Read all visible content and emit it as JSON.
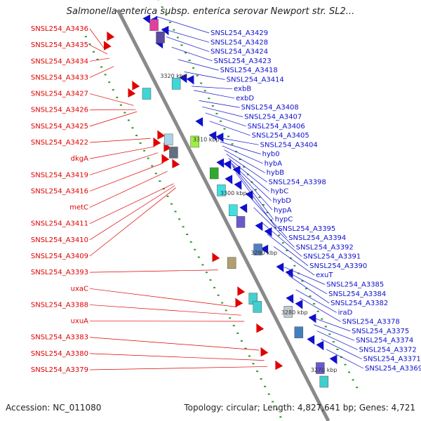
{
  "title": "Salmonella enterica subsp. enterica serovar Newport str. SL2...",
  "accession": "Accession: NC_011080",
  "topology": "Topology: circular; Length: 4,827,641 bp; Genes: 4,721",
  "colors": {
    "left_strand": "#e00000",
    "right_strand": "#1010cc",
    "backbone": "#8a8a8a",
    "dots": "#2a9a2a"
  },
  "scale_labels": [
    {
      "label": "3320 kbp",
      "t": 0.17
    },
    {
      "label": "3310 kbp",
      "t": 0.325
    },
    {
      "label": "3300 kbp",
      "t": 0.455
    },
    {
      "label": "3290 kbp",
      "t": 0.6
    },
    {
      "label": "3280 kbp",
      "t": 0.745
    },
    {
      "label": "3270 kbp",
      "t": 0.885
    }
  ],
  "left_labels": [
    {
      "label": "SNSL254_A3436",
      "t": 0.065
    },
    {
      "label": "SNSL254_A3435",
      "t": 0.075
    },
    {
      "label": "SNSL254_A3434",
      "t": 0.085
    },
    {
      "label": "SNSL254_A3433",
      "t": 0.105
    },
    {
      "label": "SNSL254_A3427",
      "t": 0.2
    },
    {
      "label": "SNSL254_A3426",
      "t": 0.21
    },
    {
      "label": "SNSL254_A3425",
      "t": 0.215
    },
    {
      "label": "SNSL254_A3422",
      "t": 0.28
    },
    {
      "label": "dkgA",
      "t": 0.3
    },
    {
      "label": "SNSL254_A3419",
      "t": 0.315
    },
    {
      "label": "SNSL254_A3416",
      "t": 0.34
    },
    {
      "label": "metC",
      "t": 0.36
    },
    {
      "label": "SNSL254_A3411",
      "t": 0.39
    },
    {
      "label": "SNSL254_A3410",
      "t": 0.395
    },
    {
      "label": "SNSL254_A3409",
      "t": 0.4
    },
    {
      "label": "SNSL254_A3393",
      "t": 0.6
    },
    {
      "label": "uxaC",
      "t": 0.69
    },
    {
      "label": "SNSL254_A3388",
      "t": 0.71
    },
    {
      "label": "uxuA",
      "t": 0.725
    },
    {
      "label": "SNSL254_A3383",
      "t": 0.795
    },
    {
      "label": "SNSL254_A3380",
      "t": 0.82
    },
    {
      "label": "SNSL254_A3379",
      "t": 0.835
    }
  ],
  "right_labels": [
    {
      "label": "SNSL254_A3429",
      "t": 0.05
    },
    {
      "label": "SNSL254_A3428",
      "t": 0.08
    },
    {
      "label": "SNSL254_A3424",
      "t": 0.1
    },
    {
      "label": "SNSL254_A3423",
      "t": 0.125
    },
    {
      "label": "SNSL254_A3418",
      "t": 0.155
    },
    {
      "label": "SNSL254_A3414",
      "t": 0.185
    },
    {
      "label": "exbB",
      "t": 0.22
    },
    {
      "label": "exbD",
      "t": 0.23
    },
    {
      "label": "SNSL254_A3408",
      "t": 0.255
    },
    {
      "label": "SNSL254_A3407",
      "t": 0.27
    },
    {
      "label": "SNSL254_A3406",
      "t": 0.285
    },
    {
      "label": "SNSL254_A3405",
      "t": 0.305
    },
    {
      "label": "SNSL254_A3404",
      "t": 0.345
    },
    {
      "label": "hyb0",
      "t": 0.355
    },
    {
      "label": "hybA",
      "t": 0.365
    },
    {
      "label": "hybB",
      "t": 0.375
    },
    {
      "label": "SNSL254_A3398",
      "t": 0.385
    },
    {
      "label": "hybC",
      "t": 0.395
    },
    {
      "label": "hybD",
      "t": 0.405
    },
    {
      "label": "hypA",
      "t": 0.41
    },
    {
      "label": "hypC",
      "t": 0.415
    },
    {
      "label": "SNSL254_A3395",
      "t": 0.43
    },
    {
      "label": "SNSL254_A3394",
      "t": 0.48
    },
    {
      "label": "SNSL254_A3392",
      "t": 0.515
    },
    {
      "label": "SNSL254_A3391",
      "t": 0.55
    },
    {
      "label": "SNSL254_A3390",
      "t": 0.58
    },
    {
      "label": "exuT",
      "t": 0.61
    },
    {
      "label": "SNSL254_A3385",
      "t": 0.66
    },
    {
      "label": "SNSL254_A3384",
      "t": 0.67
    },
    {
      "label": "SNSL254_A3382",
      "t": 0.68
    },
    {
      "label": "iraD",
      "t": 0.715
    },
    {
      "label": "SNSL254_A3378",
      "t": 0.735
    },
    {
      "label": "SNSL254_A3375",
      "t": 0.78
    },
    {
      "label": "SNSL254_A3374",
      "t": 0.8
    },
    {
      "label": "SNSL254_A3372",
      "t": 0.815
    },
    {
      "label": "SNSL254_A3371",
      "t": 0.835
    },
    {
      "label": "SNSL254_A3369",
      "t": 0.86
    }
  ]
}
